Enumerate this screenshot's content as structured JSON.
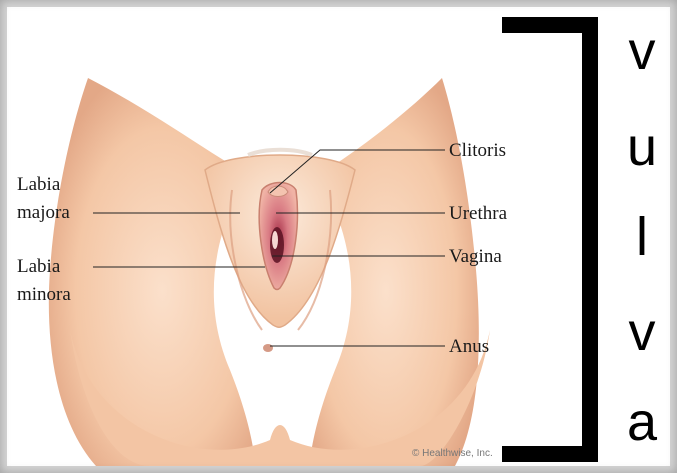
{
  "labels": {
    "labia_majora_line1": "Labia",
    "labia_majora_line2": "majora",
    "labia_minora_line1": "Labia",
    "labia_minora_line2": "minora",
    "clitoris": "Clitoris",
    "urethra": "Urethra",
    "vagina": "Vagina",
    "anus": "Anus"
  },
  "vulva_letters": [
    "v",
    "u",
    "l",
    "v",
    "a"
  ],
  "credit": "© Healthwise, Inc.",
  "colors": {
    "skin": "#f3c9a8",
    "skin_light": "#fbe2cf",
    "skin_shadow": "#d99c7c",
    "bracket": "#000000",
    "leader_line": "#222222"
  }
}
